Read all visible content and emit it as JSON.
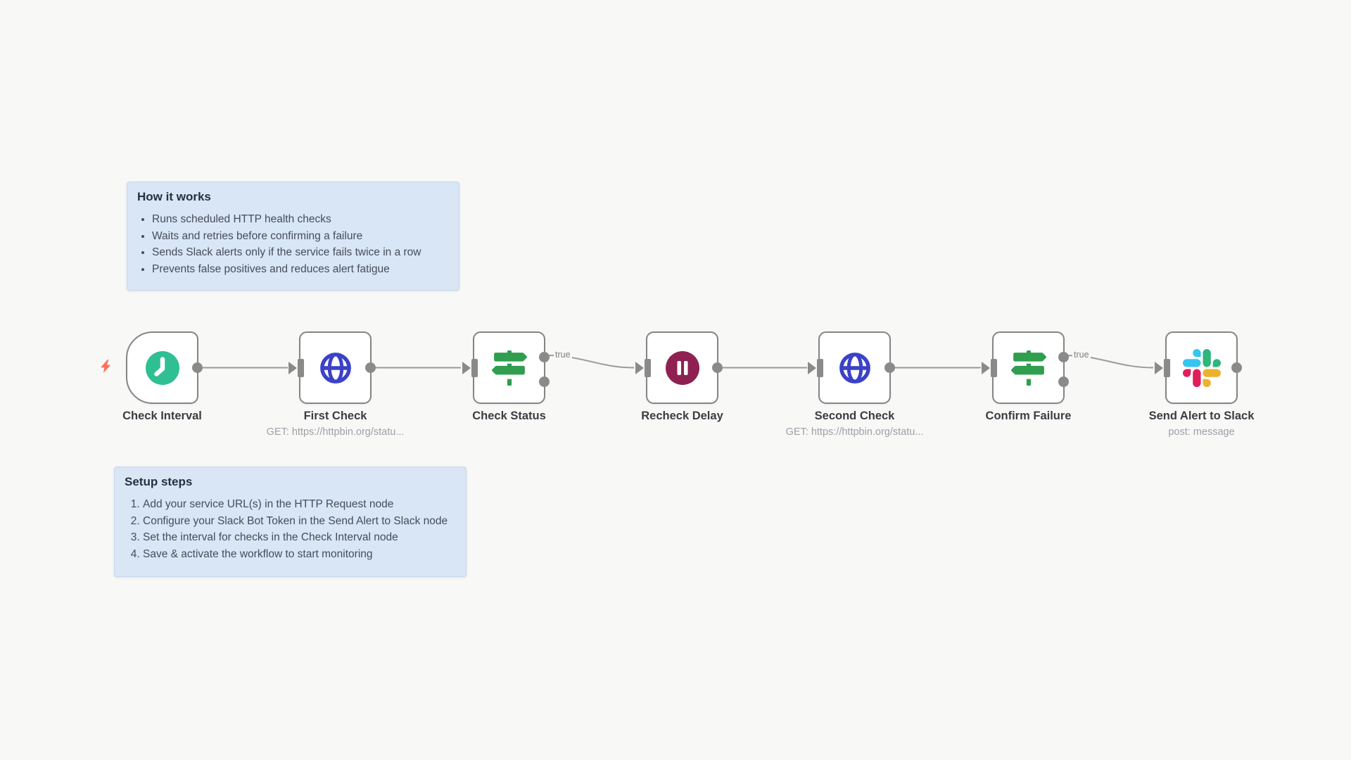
{
  "app": {
    "name": "workflow canvas"
  },
  "colors": {
    "canvas_bg": "#f8f8f7",
    "node_border": "#858585",
    "wire": "#9a9a9a",
    "sticky_bg": "#d9e6f5",
    "sticky_border": "#c7d8ec",
    "clock_icon": "#2fbf92",
    "globe_icon": "#3b42c8",
    "signpost_icon": "#2f9e4f",
    "pause_icon": "#8e2152",
    "trigger_bolt": "#ff6d5a",
    "slack_blue": "#36C5F0",
    "slack_green": "#2EB67D",
    "slack_yellow": "#ECB22E",
    "slack_red": "#E01E5A"
  },
  "sticky_notes": [
    {
      "title": "How it works",
      "list_style": "bullet",
      "items": [
        "Runs scheduled HTTP health checks",
        "Waits and retries before confirming a failure",
        "Sends Slack alerts only if the service fails twice in a row",
        "Prevents false positives and reduces alert fatigue"
      ]
    },
    {
      "title": "Setup steps",
      "list_style": "numbered",
      "items": [
        "Add your service URL(s) in the HTTP Request node",
        "Configure your Slack Bot Token in the Send Alert to Slack node",
        "Set the interval for checks in the Check Interval node",
        "Save & activate the workflow to start monitoring"
      ]
    }
  ],
  "nodes": [
    {
      "label": "Check Interval",
      "icon": "clock-icon",
      "kind": "schedule-trigger"
    },
    {
      "label": "First Check",
      "subtitle": "GET: https://httpbin.org/statu...",
      "icon": "globe-icon",
      "kind": "http-request"
    },
    {
      "label": "Check Status",
      "icon": "signpost-icon",
      "kind": "if"
    },
    {
      "label": "Recheck Delay",
      "icon": "pause-icon",
      "kind": "wait"
    },
    {
      "label": "Second Check",
      "subtitle": "GET: https://httpbin.org/statu...",
      "icon": "globe-icon",
      "kind": "http-request"
    },
    {
      "label": "Confirm Failure",
      "icon": "signpost-icon",
      "kind": "if"
    },
    {
      "label": "Send Alert to Slack",
      "subtitle": "post: message",
      "icon": "slack-icon",
      "kind": "slack"
    }
  ],
  "connections": [
    {
      "from": "Check Interval",
      "to": "First Check",
      "label": ""
    },
    {
      "from": "First Check",
      "to": "Check Status",
      "label": ""
    },
    {
      "from": "Check Status",
      "to": "Recheck Delay",
      "label": "true"
    },
    {
      "from": "Recheck Delay",
      "to": "Second Check",
      "label": ""
    },
    {
      "from": "Second Check",
      "to": "Confirm Failure",
      "label": ""
    },
    {
      "from": "Confirm Failure",
      "to": "Send Alert to Slack",
      "label": "true"
    }
  ]
}
